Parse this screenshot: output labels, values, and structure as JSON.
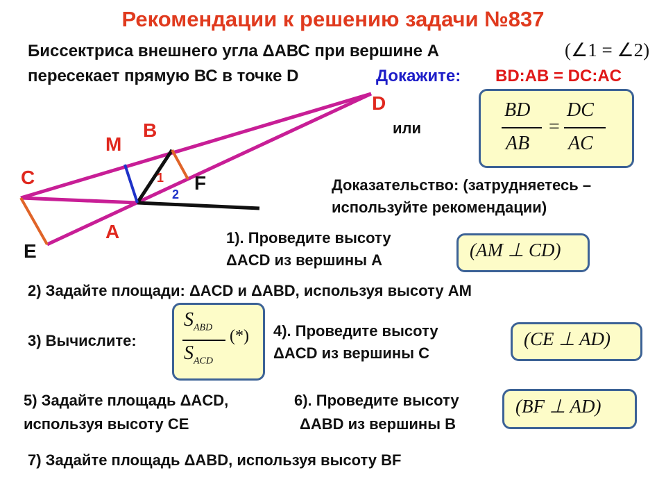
{
  "title": "Рекомендации к решению задачи №837",
  "statement": {
    "line1": "Биссектриса  внешнего угла  ΔАВС при  вершине  А",
    "angle_note": "(∠1 = ∠2)",
    "line2": "пересекает прямую ВС в точке D",
    "prove_label": "Докажите:",
    "prove_eq": "BD:AB = DC:AC"
  },
  "or_text": "или",
  "ratio_box": {
    "num_left": "BD",
    "den_left": "AB",
    "eq": "=",
    "num_right": "DC",
    "den_right": "AC"
  },
  "proof": {
    "line1": "Доказательство: (затрудняетесь –",
    "line2": "используйте рекомендации)"
  },
  "steps": {
    "s1_line1": "1). Проведите высоту",
    "s1_line2": "ΔACD    из вершины А",
    "s1_formula": "(AM ⊥ CD)",
    "s2": "2) Задайте площади:    ΔACD    и   ΔABD,   используя высоту  AM",
    "s3": "3) Вычислите:",
    "s3_num": "S",
    "s3_num_sub": "ABD",
    "s3_den": "S",
    "s3_den_sub": "ACD",
    "s3_mark": "(*)",
    "s4_line1": "4). Проведите высоту",
    "s4_line2": "ΔACD  из вершины С",
    "s4_formula": "(CE ⊥ AD)",
    "s5_line1": "5) Задайте площадь     ΔACD,",
    "s5_line2": "используя высоту  CE",
    "s6_line1": "6). Проведите высоту",
    "s6_line2": "ΔABD  из вершины В",
    "s6_formula": "(BF ⊥ AD)",
    "s7": "7) Задайте площадь    ΔABD,   используя высоту   BF"
  },
  "diagram": {
    "labels": {
      "D": "D",
      "B": "B",
      "M": "M",
      "C": "C",
      "A": "A",
      "E": "E",
      "F": "F",
      "angle1": "1",
      "angle2": "2"
    },
    "colors": {
      "magenta": "#c81e96",
      "black": "#111111",
      "orange": "#e06428",
      "blue": "#1e32c8",
      "red": "#e0281e"
    }
  }
}
